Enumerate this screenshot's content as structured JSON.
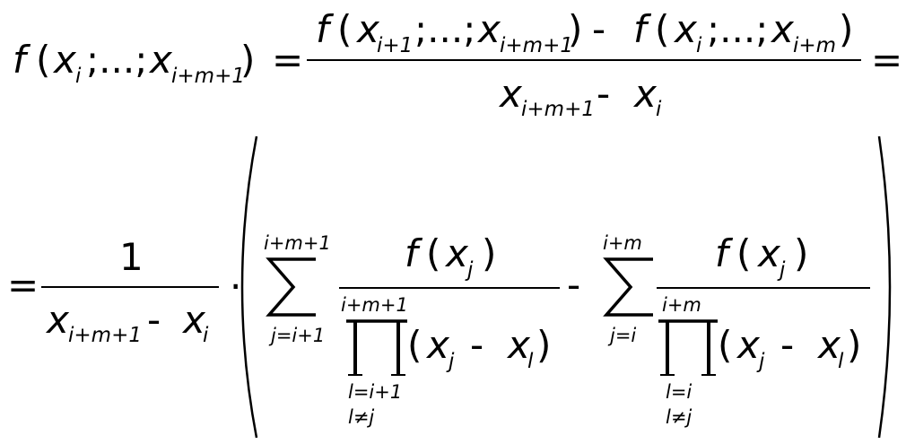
{
  "formula": {
    "line1": {
      "lhs": {
        "f": "f",
        "open_paren": "(",
        "x1": "x",
        "x1_sub": "i",
        "mid": ";...;",
        "x2": "x",
        "x2_sub": "i+m+1",
        "close_paren": ")"
      },
      "equals": "=",
      "fraction": {
        "numerator": {
          "f1": "f",
          "f1_open": "(",
          "x1": "x",
          "x1_sub": "i+1",
          "mid1": ";...;",
          "x2": "x",
          "x2_sub": "i+m+1",
          "f1_close": ")",
          "minus": "-",
          "f2": "f",
          "f2_open": "(",
          "x3": "x",
          "x3_sub": "i",
          "mid2": ";...;",
          "x4": "x",
          "x4_sub": "i+m",
          "f2_close": ")"
        },
        "denominator": {
          "x1": "x",
          "x1_sub": "i+m+1",
          "minus": "-",
          "x2": "x",
          "x2_sub": "i"
        }
      },
      "trailing_equals": "="
    },
    "line2": {
      "equals": "=",
      "fraction": {
        "numerator": "1",
        "denominator": {
          "x1": "x",
          "x1_sub": "i+m+1",
          "minus": "-",
          "x2": "x",
          "x2_sub": "i"
        }
      },
      "dot": "·",
      "sum1": {
        "upper": "i+m+1",
        "lower": "j=i+1",
        "term": {
          "numerator": {
            "f": "f",
            "open": "(",
            "x": "x",
            "x_sub": "j",
            "close": ")"
          },
          "product": {
            "upper": "i+m+1",
            "lower1": "l=i+1",
            "lower2": "l≠j",
            "open": "(",
            "x1": "x",
            "x1_sub": "j",
            "minus": "-",
            "x2": "x",
            "x2_sub": "l",
            "close": ")"
          }
        }
      },
      "minus": "-",
      "sum2": {
        "upper": "i+m",
        "lower": "j=i",
        "term": {
          "numerator": {
            "f": "f",
            "open": "(",
            "x": "x",
            "x_sub": "j",
            "close": ")"
          },
          "product": {
            "upper": "i+m",
            "lower1": "l=i",
            "lower2": "l≠j",
            "open": "(",
            "x1": "x",
            "x1_sub": "j",
            "minus": "-",
            "x2": "x",
            "x2_sub": "l",
            "close": ")"
          }
        }
      }
    }
  }
}
